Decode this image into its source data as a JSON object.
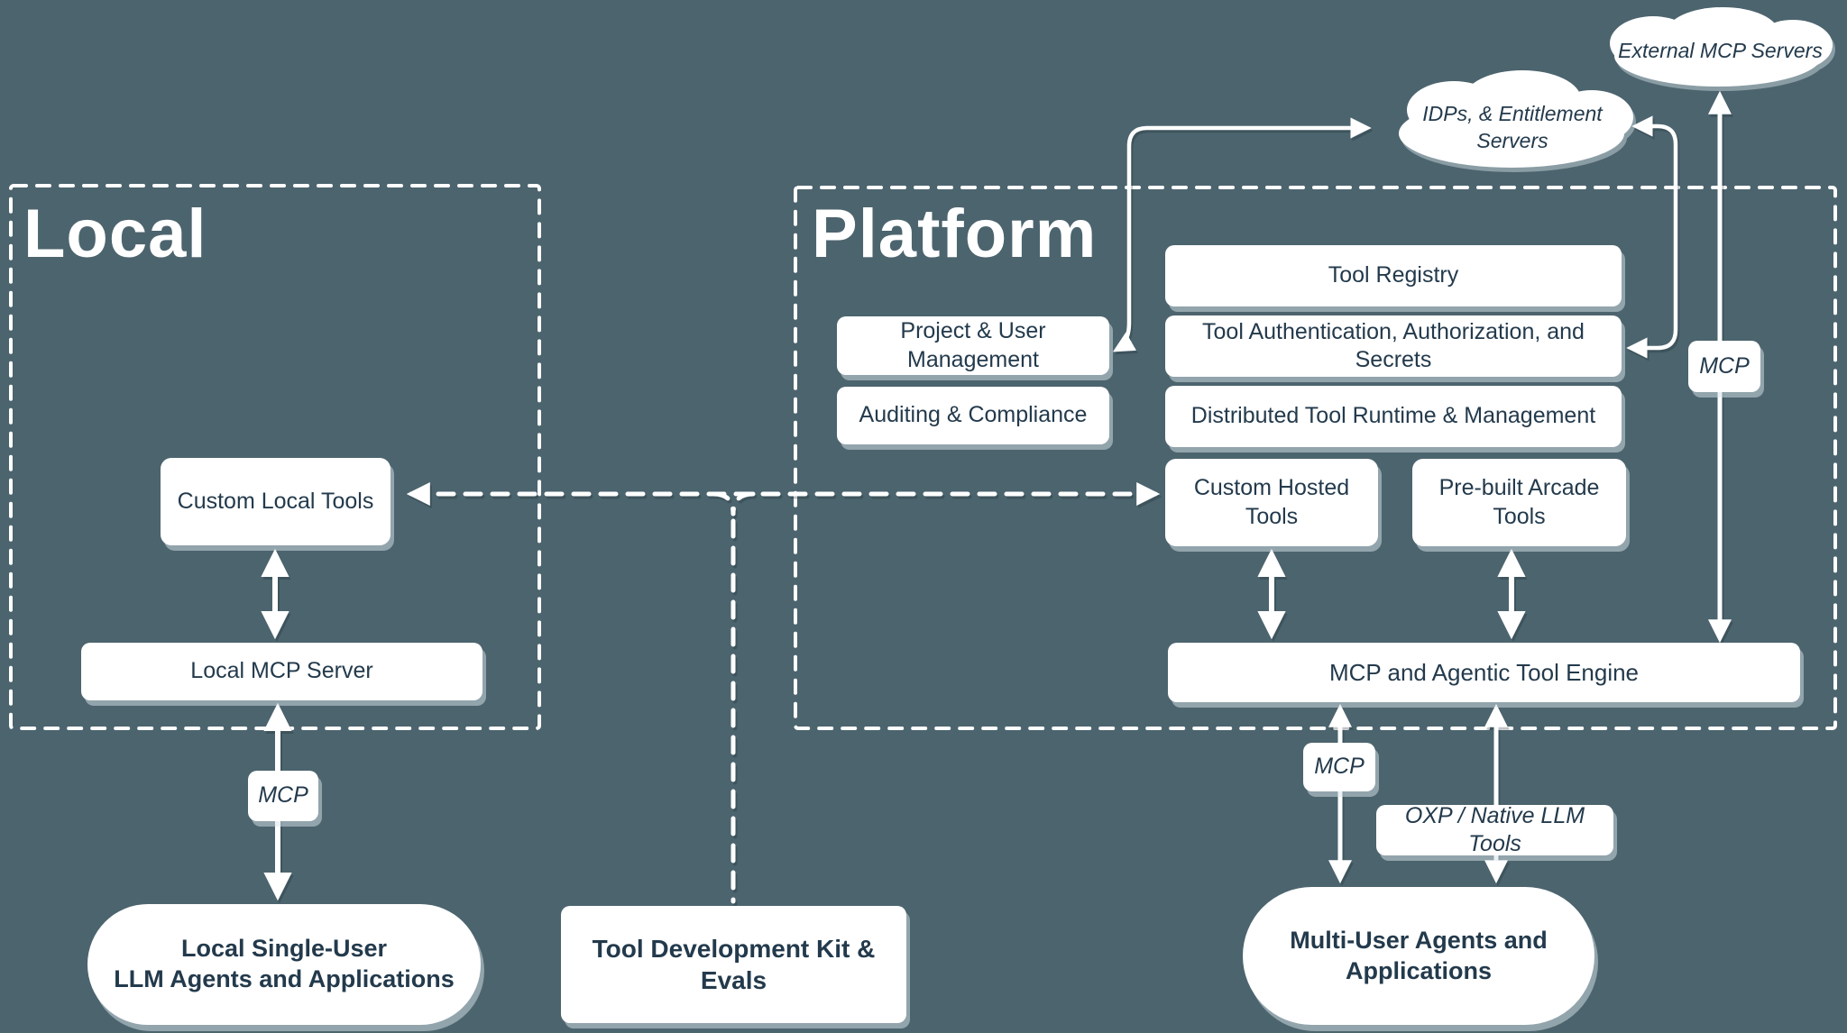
{
  "colors": {
    "background": "#4c646e",
    "box_fill": "#ffffff",
    "box_text": "#233a4c",
    "line": "#ffffff"
  },
  "sections": {
    "local_title": "Local",
    "platform_title": "Platform"
  },
  "clouds": {
    "external_label": "External MCP Servers",
    "idps_label_line1": "IDPs, & Entitlement",
    "idps_label_line2": "Servers"
  },
  "boxes": {
    "custom_local_tools": "Custom Local Tools",
    "local_mcp_server": "Local MCP Server",
    "tool_registry": "Tool Registry",
    "project_user_management": "Project & User Management",
    "tool_auth": "Tool Authentication, Authorization, and Secrets",
    "auditing_compliance": "Auditing & Compliance",
    "distributed_runtime": "Distributed Tool Runtime & Management",
    "custom_hosted_tools": "Custom Hosted Tools",
    "prebuilt_arcade_tools": "Pre-built Arcade Tools",
    "mcp_engine": "MCP and Agentic Tool Engine",
    "tdk": "Tool Development Kit & Evals",
    "oxp_label": "OXP / Native LLM Tools"
  },
  "labels": {
    "mcp_local": "MCP",
    "mcp_platform_bottom": "MCP",
    "mcp_platform_top": "MCP"
  },
  "pills": {
    "local_agents_line1": "Local Single-User",
    "local_agents_line2": "LLM Agents and Applications",
    "multi_user_line1": "Multi-User Agents and",
    "multi_user_line2": "Applications"
  }
}
